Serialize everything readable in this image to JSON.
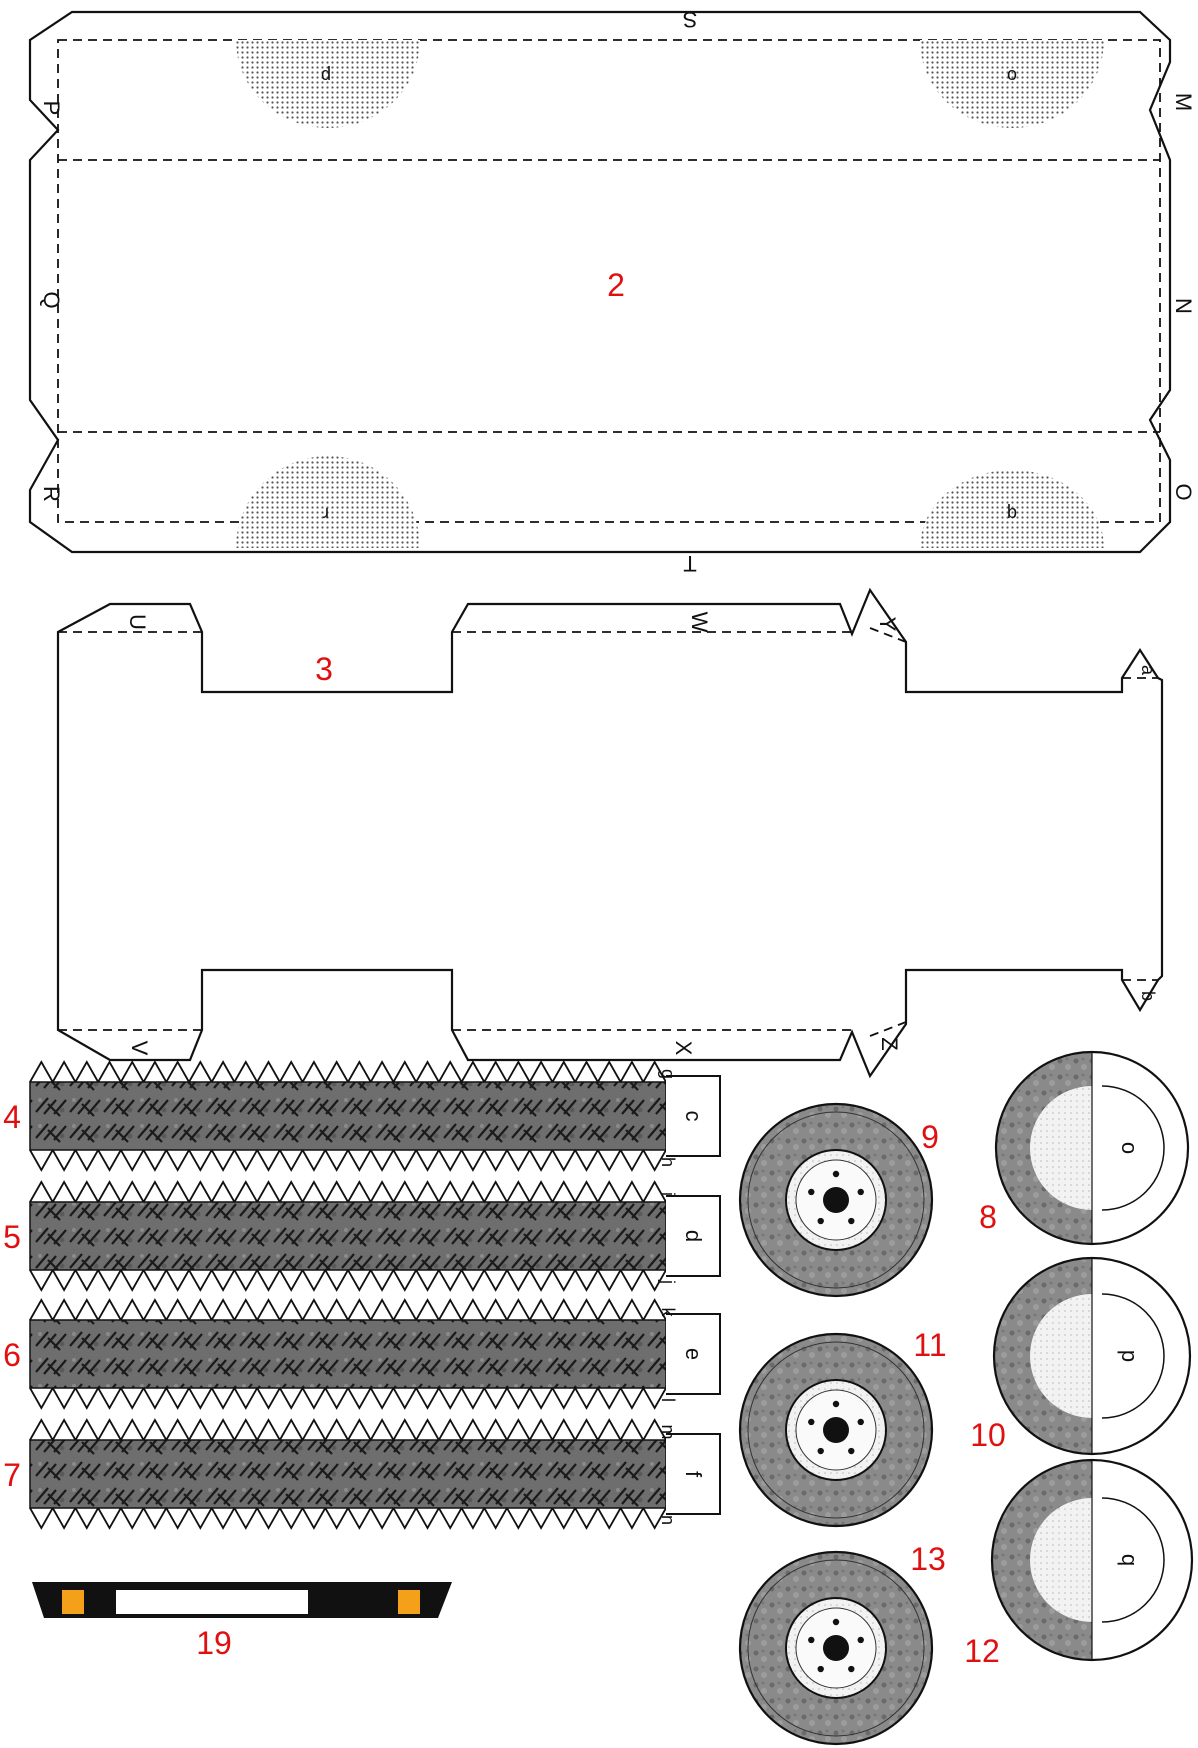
{
  "sheet": {
    "parts": [
      {
        "number": "2",
        "name": "body-roof"
      },
      {
        "number": "3",
        "name": "body-side"
      },
      {
        "number": "4",
        "name": "tire-tread"
      },
      {
        "number": "5",
        "name": "tire-tread"
      },
      {
        "number": "6",
        "name": "tire-tread"
      },
      {
        "number": "7",
        "name": "tire-tread"
      },
      {
        "number": "8",
        "name": "wheel"
      },
      {
        "number": "9",
        "name": "wheel-back"
      },
      {
        "number": "10",
        "name": "wheel"
      },
      {
        "number": "11",
        "name": "wheel-back"
      },
      {
        "number": "12",
        "name": "wheel"
      },
      {
        "number": "13",
        "name": "wheel-back"
      },
      {
        "number": "19",
        "name": "bumper"
      }
    ],
    "part2_letters": {
      "top": "S",
      "bottom": "T",
      "left": [
        "P",
        "Q",
        "R"
      ],
      "right": [
        "M",
        "N",
        "O"
      ],
      "dots": [
        "p",
        "o",
        "r",
        "q"
      ]
    },
    "part3_letters": {
      "top": [
        "U",
        "W",
        "Y"
      ],
      "bottom": [
        "V",
        "X",
        "Z"
      ],
      "right": [
        "a",
        "b"
      ]
    },
    "tread_letters": [
      {
        "tab": "c",
        "top": "g",
        "bottom": "h"
      },
      {
        "tab": "d",
        "top": "i",
        "bottom": "j"
      },
      {
        "tab": "e",
        "top": "k",
        "bottom": "l"
      },
      {
        "tab": "f",
        "top": "m",
        "bottom": "n"
      }
    ],
    "wheel_back_letters": [
      "o",
      "p",
      "q"
    ],
    "colors": {
      "ink": "#111111",
      "number_red": "#e01010",
      "bumper_orange": "#f5a01a",
      "tire_gray": "#777777"
    }
  }
}
